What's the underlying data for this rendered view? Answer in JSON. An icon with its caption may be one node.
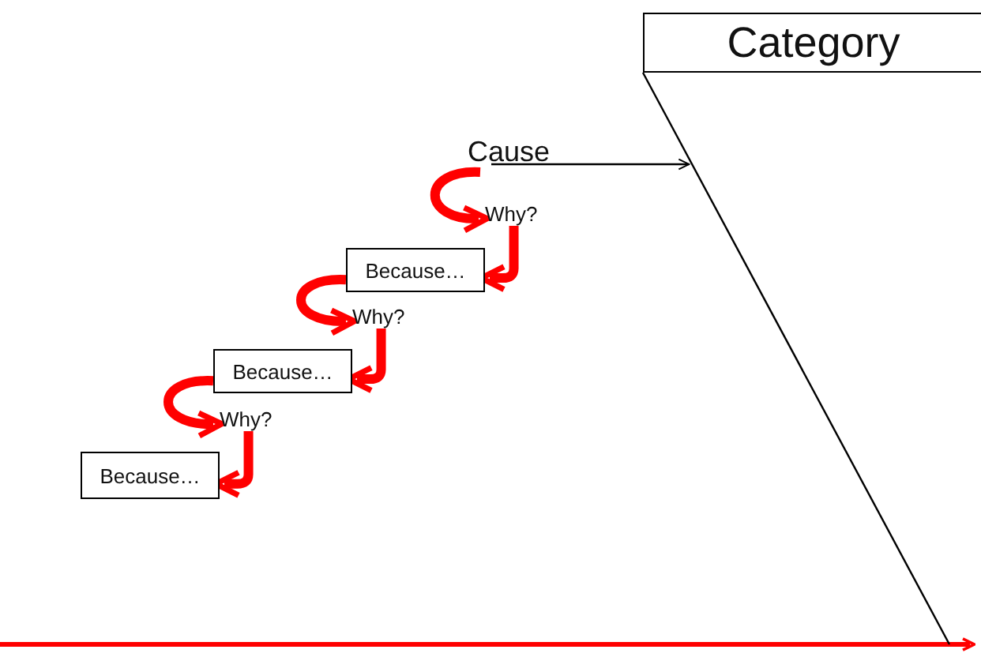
{
  "diagram": {
    "nodes": [
      {
        "text": [
          "Category"
        ]
      },
      {
        "text": [
          "Cause"
        ]
      },
      {
        "text": [
          "Why?"
        ]
      },
      {
        "text": [
          "Because…"
        ]
      },
      {
        "text": [
          "Why?"
        ]
      },
      {
        "text": [
          "Because…"
        ]
      },
      {
        "text": [
          "Why?"
        ]
      },
      {
        "text": [
          "Because…"
        ]
      }
    ],
    "edges": [
      {
        "from": 0,
        "to": null,
        "arrow": "none",
        "color": "#000000"
      },
      {
        "from": 1,
        "to": null,
        "arrow": "to",
        "color": "#000000"
      },
      {
        "from": 1,
        "to": 2,
        "arrow": "to"
      },
      {
        "from": 2,
        "to": 3,
        "arrow": "to"
      },
      {
        "from": 3,
        "to": 4,
        "arrow": "to"
      },
      {
        "from": 4,
        "to": 5,
        "arrow": "to"
      },
      {
        "from": 5,
        "to": 6,
        "arrow": "to"
      },
      {
        "from": 6,
        "to": 7,
        "arrow": "to"
      }
    ]
  }
}
